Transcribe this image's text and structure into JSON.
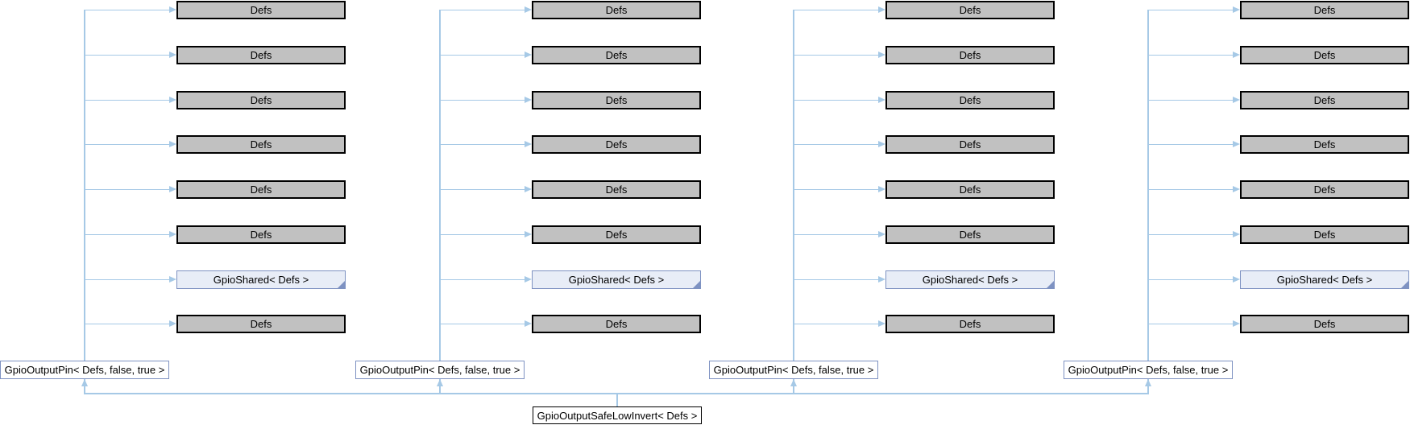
{
  "colors": {
    "background": "#FFFFFF",
    "edge": "#A6C9E6",
    "gray_fill": "#C1C1C1",
    "gray_border": "#000000",
    "link_fill": "#E8EDF7",
    "link_border": "#7E92C2",
    "pin_fill": "#FFFFFF",
    "root_fill": "#FFFFFF",
    "root_border": "#000000",
    "text": "#000000"
  },
  "root_label": "GpioOutputSafeLowInvert< Defs >",
  "groups": [
    {
      "pin_label": "GpioOutputPin< Defs, false, true >",
      "rows": [
        {
          "label": "Defs",
          "type": "gray"
        },
        {
          "label": "Defs",
          "type": "gray"
        },
        {
          "label": "Defs",
          "type": "gray"
        },
        {
          "label": "Defs",
          "type": "gray"
        },
        {
          "label": "Defs",
          "type": "gray"
        },
        {
          "label": "Defs",
          "type": "gray"
        },
        {
          "label": "GpioShared< Defs >",
          "type": "link",
          "truncated": true
        },
        {
          "label": "Defs",
          "type": "gray"
        }
      ]
    },
    {
      "pin_label": "GpioOutputPin< Defs, false, true >",
      "rows": [
        {
          "label": "Defs",
          "type": "gray"
        },
        {
          "label": "Defs",
          "type": "gray"
        },
        {
          "label": "Defs",
          "type": "gray"
        },
        {
          "label": "Defs",
          "type": "gray"
        },
        {
          "label": "Defs",
          "type": "gray"
        },
        {
          "label": "Defs",
          "type": "gray"
        },
        {
          "label": "GpioShared< Defs >",
          "type": "link",
          "truncated": true
        },
        {
          "label": "Defs",
          "type": "gray"
        }
      ]
    },
    {
      "pin_label": "GpioOutputPin< Defs, false, true >",
      "rows": [
        {
          "label": "Defs",
          "type": "gray"
        },
        {
          "label": "Defs",
          "type": "gray"
        },
        {
          "label": "Defs",
          "type": "gray"
        },
        {
          "label": "Defs",
          "type": "gray"
        },
        {
          "label": "Defs",
          "type": "gray"
        },
        {
          "label": "Defs",
          "type": "gray"
        },
        {
          "label": "GpioShared< Defs >",
          "type": "link",
          "truncated": true
        },
        {
          "label": "Defs",
          "type": "gray"
        }
      ]
    },
    {
      "pin_label": "GpioOutputPin< Defs, false, true >",
      "rows": [
        {
          "label": "Defs",
          "type": "gray"
        },
        {
          "label": "Defs",
          "type": "gray"
        },
        {
          "label": "Defs",
          "type": "gray"
        },
        {
          "label": "Defs",
          "type": "gray"
        },
        {
          "label": "Defs",
          "type": "gray"
        },
        {
          "label": "Defs",
          "type": "gray"
        },
        {
          "label": "GpioShared< Defs >",
          "type": "link",
          "truncated": true
        },
        {
          "label": "Defs",
          "type": "gray"
        }
      ]
    }
  ]
}
